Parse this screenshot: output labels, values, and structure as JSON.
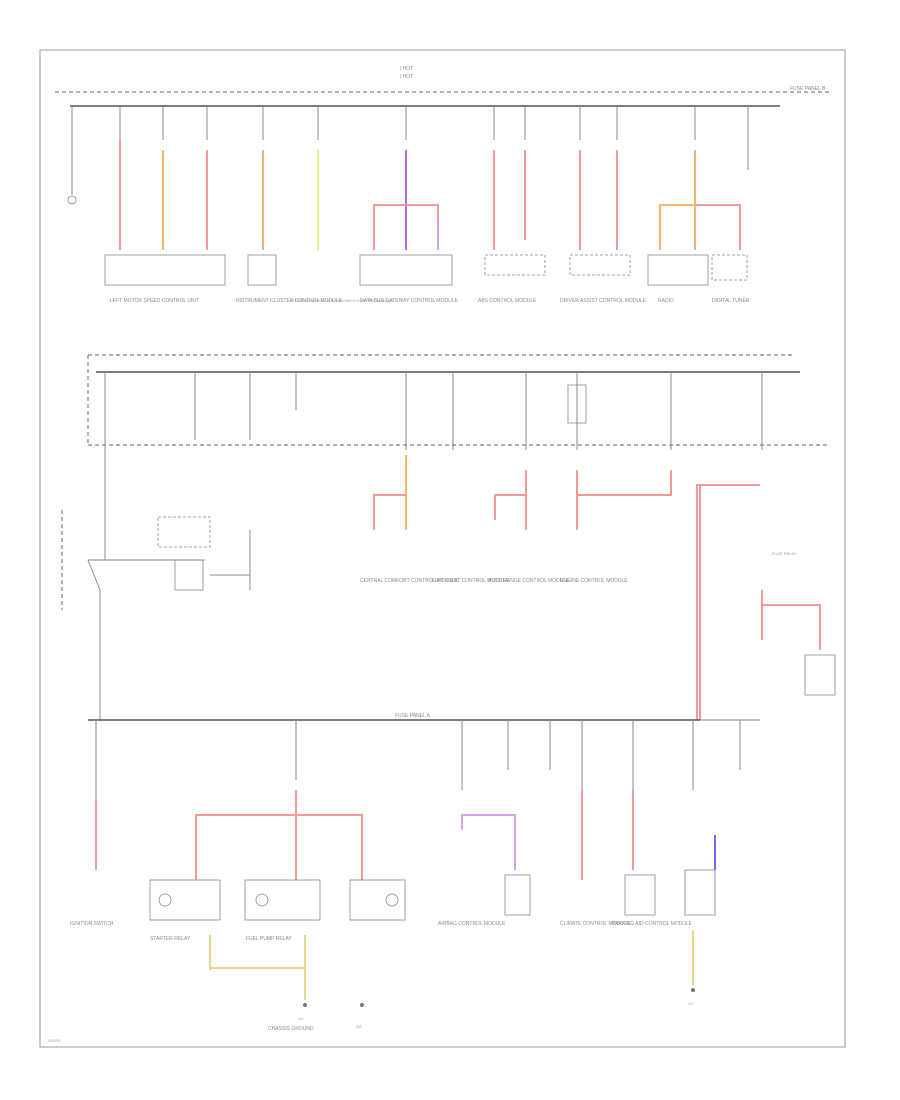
{
  "diagram": {
    "header": {
      "line1": "| HOT",
      "line2": "| HOT",
      "fuse_panel_top": "FUSE PANEL B",
      "fuse_panel_mid": "FUSE PANEL A"
    },
    "top_components": [
      "LEFT MOTOR SPEED CONTROL UNIT",
      "INSTRUMENT CLUSTER CONTROL MODULE",
      "STEERING WHEEL ELECTRONICS CONTROL MODULE",
      "DATA BUS GATEWAY CONTROL MODULE",
      "ABS CONTROL MODULE",
      "DRIVER ASSIST CONTROL MODULE",
      "RADIO",
      "DIGITAL TUNER"
    ],
    "mid_components": [
      "CENTRAL COMFORT CONTROL MODULE",
      "LEFT LIGHT CONTROL MODULE",
      "AUTO RANGE CONTROL MODULE",
      "ENGINE CONTROL MODULE",
      "FUSE RELAY"
    ],
    "bottom_components": [
      "IGNITION SWITCH",
      "STARTER RELAY",
      "FUEL PUMP RELAY",
      "AIRBAG CONTROL MODULE",
      "CLIMATE CONTROL MODULE",
      "PARKING AID CONTROL MODULE",
      "CHASSIS GROUND"
    ],
    "ground_labels": [
      "G1",
      "G2",
      "G3"
    ],
    "footer_code": "W1001"
  }
}
